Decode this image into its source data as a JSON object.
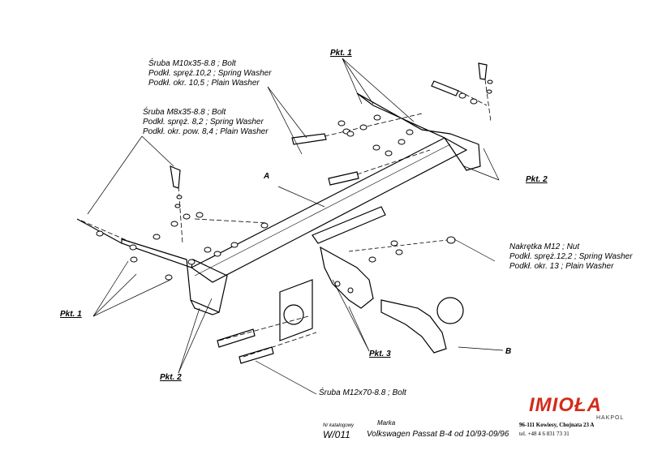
{
  "labels": {
    "bolt_m10": [
      "Śruba M10x35-8.8 ;  Bolt",
      "Podkł. spręż.10,2 ; Spring Washer",
      "Podkł. okr. 10,5 ; Plain Washer"
    ],
    "bolt_m8": [
      "Śruba M8x35-8.8 ;  Bolt",
      "Podkł. spręż. 8,2 ; Spring Washer",
      "Podkł. okr. pow.  8,4 ; Plain Washer"
    ],
    "nut_m12": [
      "Nakrętka  M12 ; Nut",
      "Podkł. spręż.12,2 ; Spring Washer",
      "Podkł. okr. 13 ; Plain Washer"
    ],
    "bolt_m12": "Śruba M12x70-8.8 ;  Bolt",
    "pkt1_top": "Pkt. 1",
    "pkt1_left": "Pkt. 1",
    "pkt2_right": "Pkt. 2",
    "pkt2_bottom": "Pkt. 2",
    "pkt3": "Pkt. 3",
    "letter_a": "A",
    "letter_b": "B"
  },
  "footer": {
    "catalog_label": "Nr katalogowy",
    "brand_label": "Marka",
    "catalog_number": "W/011",
    "vehicle": "Volkswagen Passat B-4   od 10/93-09/96",
    "company": "IMIOŁA",
    "company_sub": "HAKPOL",
    "address": "96-111 Kowiesy, Chojnata 23 A",
    "phone": "tel. +48 4 6 831 73 31",
    "logo_color": "#d32c1a"
  }
}
